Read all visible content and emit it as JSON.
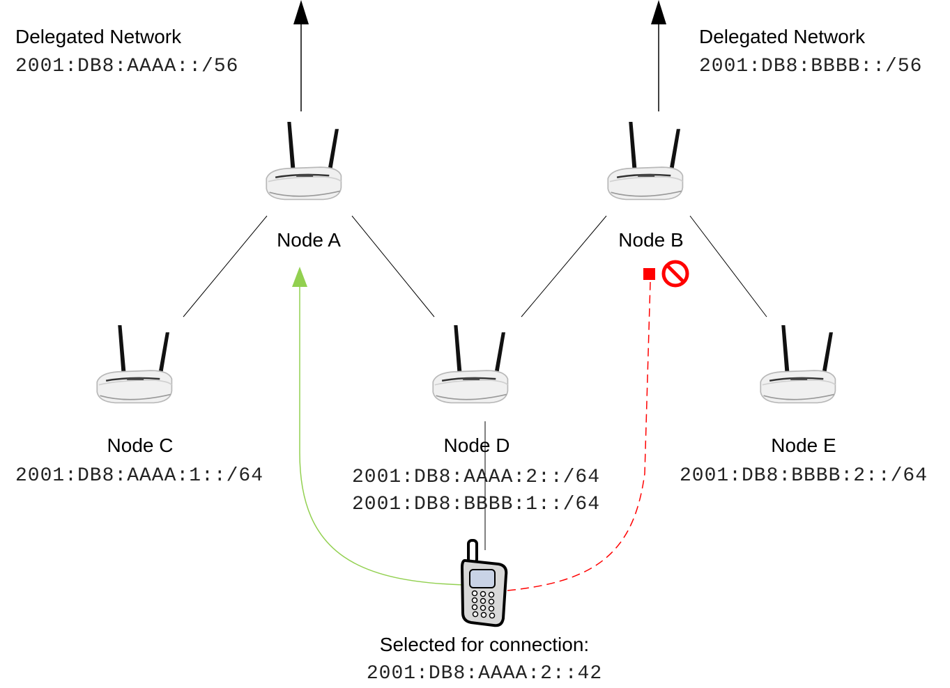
{
  "networks": {
    "a": {
      "heading": "Delegated Network",
      "prefix": "2001:DB8:AAAA::/56"
    },
    "b": {
      "heading": "Delegated Network",
      "prefix": "2001:DB8:BBBB::/56"
    }
  },
  "nodes": {
    "a": {
      "label": "Node A"
    },
    "b": {
      "label": "Node B"
    },
    "c": {
      "label": "Node C",
      "address": "2001:DB8:AAAA:1::/64"
    },
    "d": {
      "label": "Node D",
      "address1": "2001:DB8:AAAA:2::/64",
      "address2": "2001:DB8:BBBB:1::/64"
    },
    "e": {
      "label": "Node E",
      "address": "2001:DB8:BBBB:2::/64"
    }
  },
  "phone": {
    "caption": "Selected for connection:",
    "address": "2001:DB8:AAAA:2::42"
  },
  "icons": {
    "router": "wifi-router-icon",
    "phone": "mobile-phone-icon",
    "blocked": "prohibited-icon"
  },
  "colors": {
    "selected_path": "#92d050",
    "rejected_path": "#ff0000",
    "link": "#000000"
  }
}
